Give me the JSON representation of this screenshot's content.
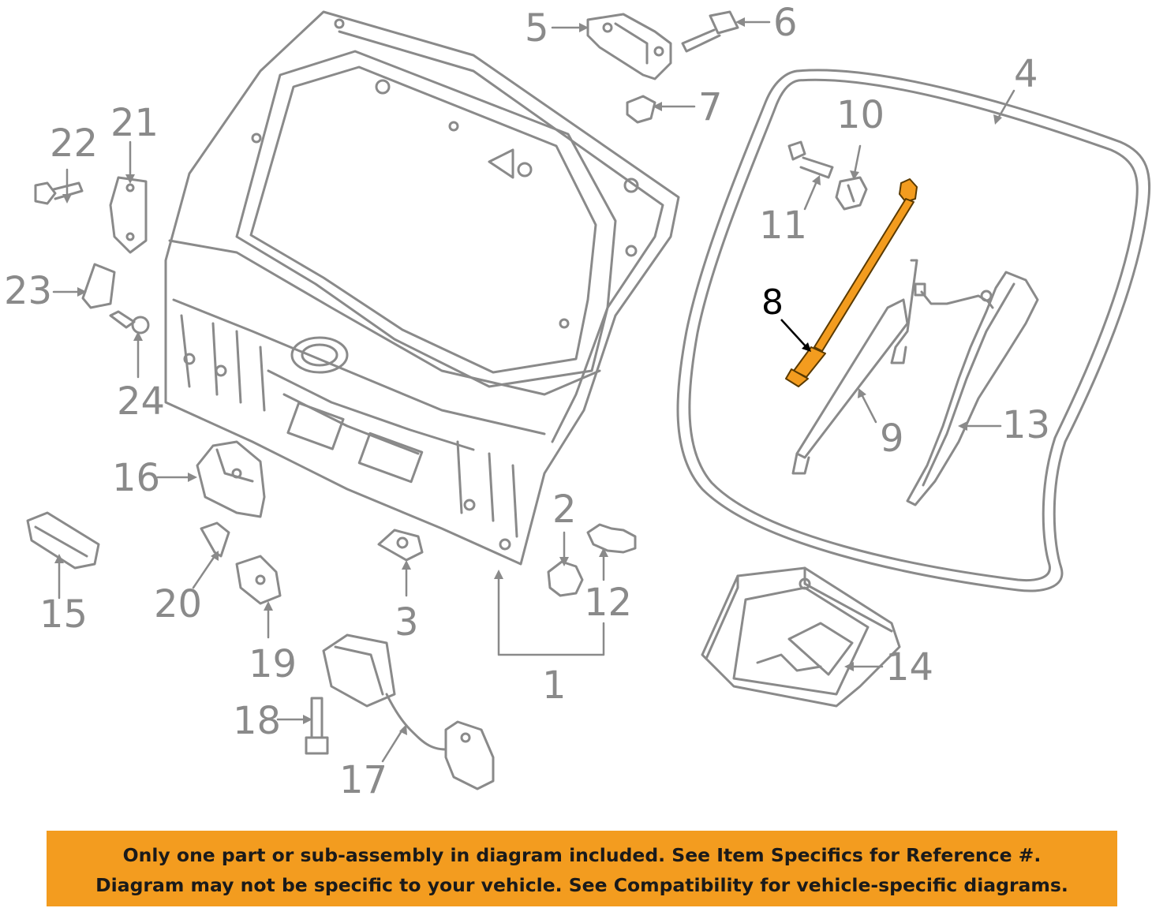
{
  "colors": {
    "line": "#8a8a8a",
    "highlight": "#f39c1f",
    "banner": "#f39c1f"
  },
  "callouts": {
    "n1": "1",
    "n2": "2",
    "n3": "3",
    "n4": "4",
    "n5": "5",
    "n6": "6",
    "n7": "7",
    "n8": "8",
    "n9": "9",
    "n10": "10",
    "n11": "11",
    "n12": "12",
    "n13": "13",
    "n14": "14",
    "n15": "15",
    "n16": "16",
    "n17": "17",
    "n18": "18",
    "n19": "19",
    "n20": "20",
    "n21": "21",
    "n22": "22",
    "n23": "23",
    "n24": "24"
  },
  "highlighted_part": "8",
  "banner": {
    "line1": "Only one part or sub-assembly in diagram included. See Item Specifics for Reference #.",
    "line2": "Diagram may not be specific to your vehicle. See Compatibility for vehicle-specific diagrams."
  }
}
